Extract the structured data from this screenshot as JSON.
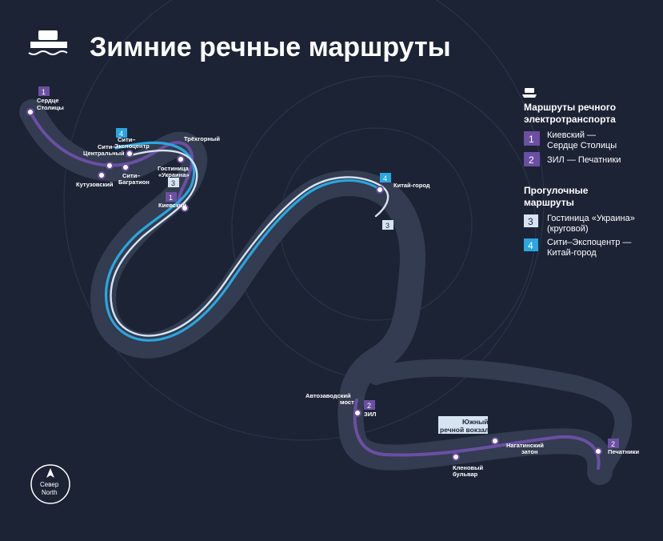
{
  "title": "Зимние речные маршруты",
  "legend": {
    "electric_heading_1": "Маршруты речного",
    "electric_heading_2": "электротранспорта",
    "routes": [
      {
        "number": "1",
        "line1": "Киевский —",
        "line2": "Сердце Столицы"
      },
      {
        "number": "2",
        "line1": "ЗИЛ — Печатники",
        "line2": ""
      }
    ],
    "walk_heading_1": "Прогулочные",
    "walk_heading_2": "маршруты",
    "walks": [
      {
        "number": "3",
        "line1": "Гостиница «Украина»",
        "line2": "(круговой)"
      },
      {
        "number": "4",
        "line1": "Сити–Экспоцентр —",
        "line2": "Китай-город"
      }
    ]
  },
  "stations": {
    "serdtse_1": "Сердце",
    "serdtse_2": "Столицы",
    "tsentralny_1": "Сити–",
    "tsentralny_2": "Центральный",
    "expocentr_1": "Сити–",
    "expocentr_2": "Экспоцентр",
    "kutuzovsky": "Кутузовский",
    "bagration_1": "Сити–",
    "bagration_2": "Багратион",
    "trekhgorny": "Трёхгорный",
    "ukraina_1": "Гостиница",
    "ukraina_2": "«Украина»",
    "kievsky": "Киевский",
    "kitay_gorod": "Китай-город",
    "avtozavodsky_1": "Автозаводский",
    "avtozavodsky_2": "мост",
    "zil": "ЗИЛ",
    "yuzhny_1": "Южный",
    "yuzhny_2": "речной вокзал",
    "nagatinsky_1": "Нагатинский",
    "nagatinsky_2": "затон",
    "klenovy_1": "Кленовый",
    "klenovy_2": "бульвар",
    "pechatniki": "Печатники"
  },
  "badges": {
    "r1": "1",
    "r2": "2",
    "r3": "3",
    "r4": "4"
  },
  "compass": {
    "line1": "Север",
    "line2": "North"
  },
  "colors": {
    "background": "#1c2335",
    "land": "#232b3f",
    "river": "#333c50",
    "route1": "#6b4fa3",
    "route2": "#6b4fa3",
    "route3": "#d6e4f2",
    "route4": "#2aa6e0",
    "text": "#ffffff"
  },
  "icons": [
    "boat-icon",
    "electric-boat-icon",
    "compass-icon"
  ]
}
